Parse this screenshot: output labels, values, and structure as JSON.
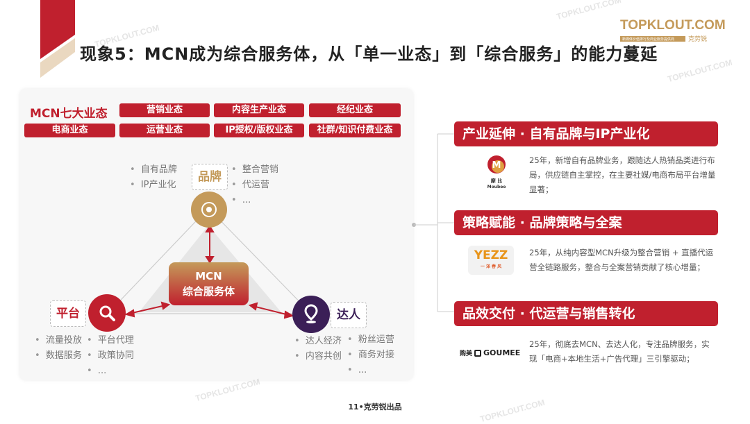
{
  "title": "现象5：MCN成为综合服务体，从「单一业态」到「综合服务」的能力蔓延",
  "logo": {
    "name": "TOPKLOUT.COM",
    "tagline": "新媒体价值排行及商业服务提供商",
    "cn": "克劳锐"
  },
  "watermark": "TOPKLOUT.COM",
  "left": {
    "label": "MCN七大业态",
    "tags": [
      "营销业态",
      "内容生产业态",
      "经纪业态",
      "电商业态",
      "运营业态",
      "IP授权/版权业态",
      "社群/知识付费业态"
    ],
    "brand": {
      "label": "品牌",
      "left": [
        "自有品牌",
        "IP产业化"
      ],
      "right": [
        "整合营销",
        "代运营",
        "..."
      ]
    },
    "platform": {
      "label": "平台",
      "left": [
        "流量投放",
        "数据服务"
      ],
      "right": [
        "平台代理",
        "政策协同",
        "..."
      ]
    },
    "talent": {
      "label": "达人",
      "left": [
        "达人经济",
        "内容共创"
      ],
      "right": [
        "粉丝运营",
        "商务对接",
        "..."
      ]
    },
    "center": {
      "line1": "MCN",
      "line2": "综合服务体"
    },
    "colors": {
      "brand": "#c49a5a",
      "platform": "#c0202e",
      "talent": "#3b1f57"
    }
  },
  "right": [
    {
      "header": "产业延伸 · 自有品牌与IP产业化",
      "logo_cn": "摩 比",
      "logo_en": "Moubee",
      "desc": "25年，新增自有品牌业务，跟随达人热销品类进行布局，供应链自主掌控，在主要社媒/电商布局平台增量显著；"
    },
    {
      "header": "策略赋能 · 品牌策略与全案",
      "logo_cn": "一 泽 春 风",
      "logo_en": "YEZZ",
      "desc": "25年，从纯内容型MCN升级为整合营销 + 直播代运营全链路服务，整合与全案营销贡献了核心增量；"
    },
    {
      "header": "品效交付 · 代运营与销售转化",
      "logo_cn": "购美",
      "logo_en": "GOUMEE",
      "desc": "25年，彻底去MCN、去达人化，专注品牌服务，实现「电商+本地生活+广告代理」三引擎驱动；"
    }
  ],
  "footer": "11•克劳锐出品"
}
